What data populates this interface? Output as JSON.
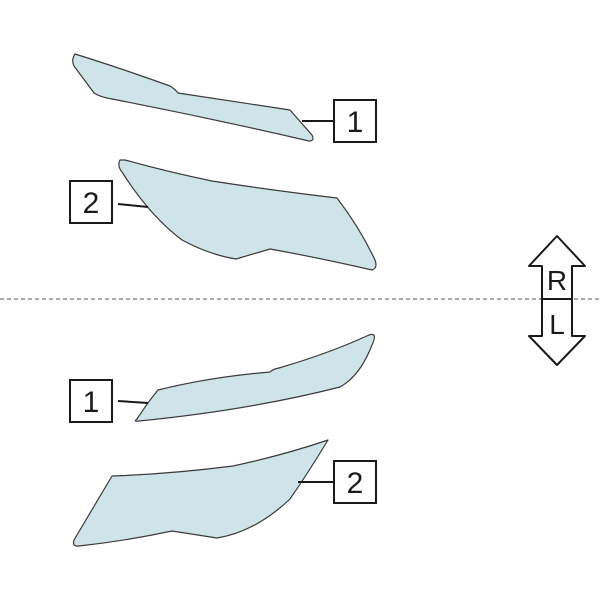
{
  "colors": {
    "piece_fill": "#cfe4e8",
    "piece_stroke": "#3a3a3a",
    "line": "#1a1a1a",
    "background": "#ffffff"
  },
  "callouts": {
    "upper_part_1": "1",
    "upper_part_2": "2",
    "lower_part_1": "1",
    "lower_part_2": "2"
  },
  "side_indicator": {
    "right_label": "R",
    "left_label": "L"
  }
}
